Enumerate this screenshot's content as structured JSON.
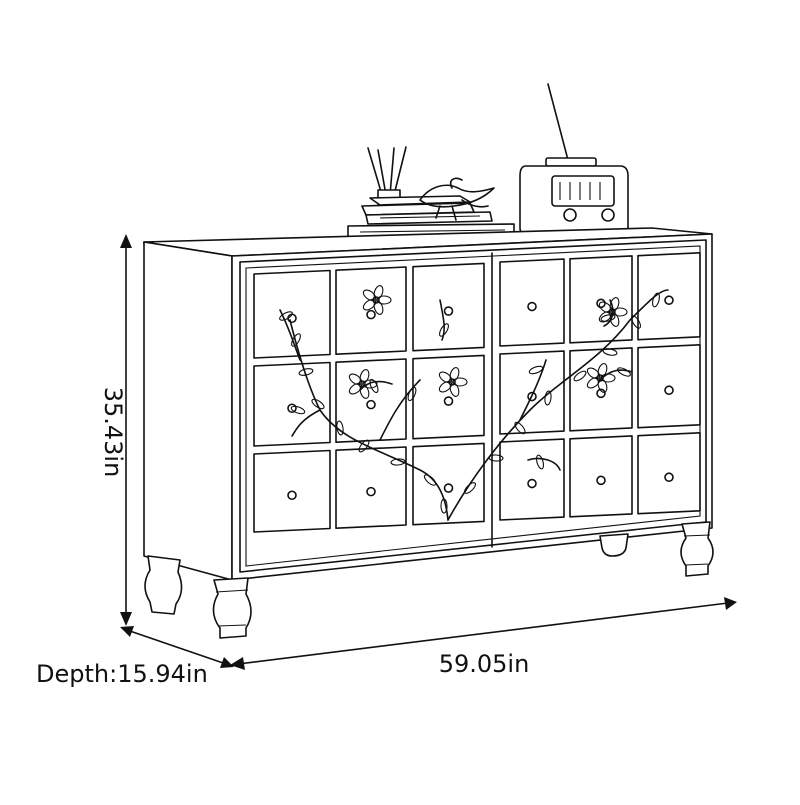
{
  "dimensions": {
    "height": "35.43in",
    "width": "59.05in",
    "depth": "Depth:15.94in"
  },
  "colors": {
    "line": "#111111",
    "background": "#ffffff"
  }
}
